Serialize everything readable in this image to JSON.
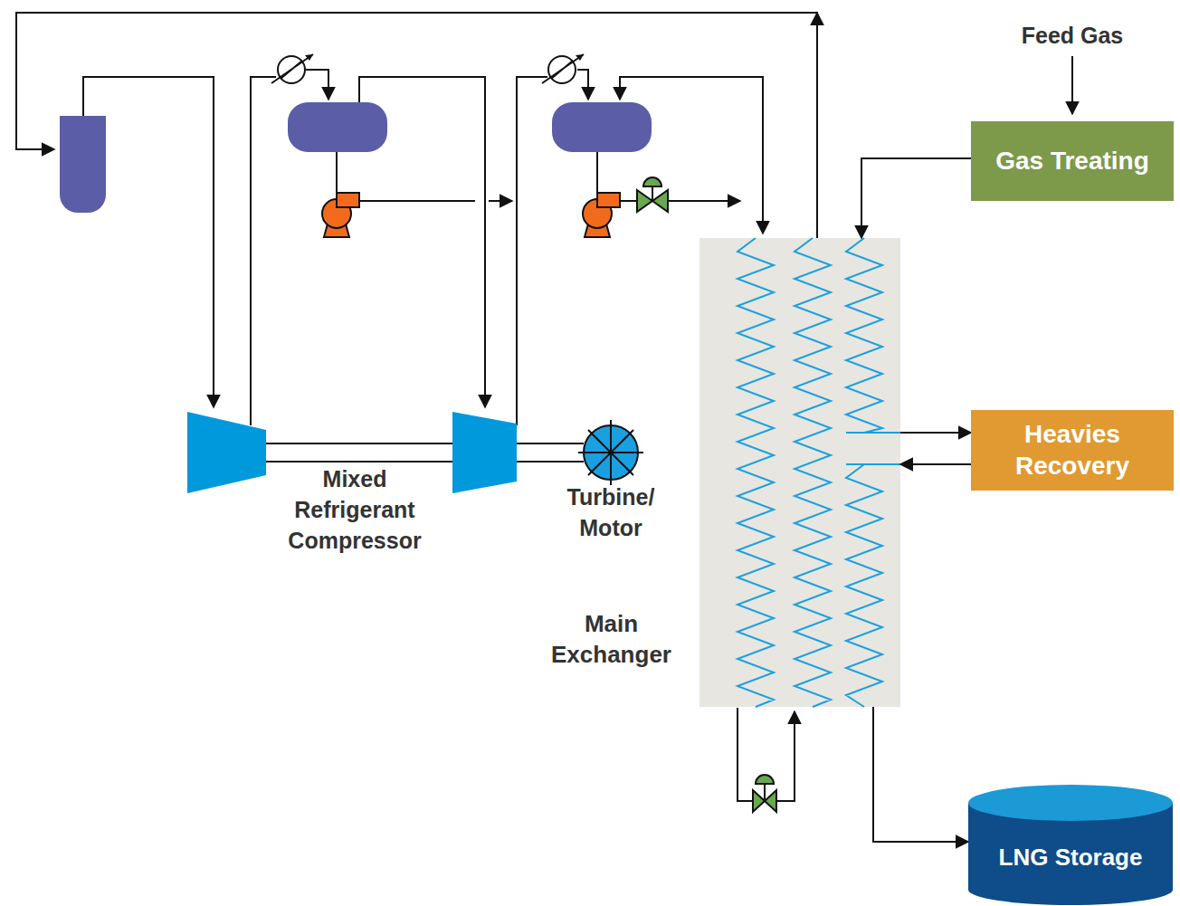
{
  "diagram": {
    "nodes": [
      {
        "text": [
          "Gas Treating"
        ]
      },
      {
        "text": [
          "Heavies Recovery"
        ]
      },
      {
        "text": [
          "Main Exchanger"
        ]
      },
      {
        "text": [
          "LNG Storage"
        ]
      }
    ],
    "edges": [
      {
        "from": 0,
        "to": 2,
        "arrow": "to"
      },
      {
        "from": 2,
        "to": 1,
        "arrow": "to"
      },
      {
        "from": 1,
        "to": 2,
        "arrow": "to"
      },
      {
        "from": 2,
        "to": 3,
        "arrow": "to"
      }
    ],
    "labels": [
      "Feed Gas",
      "Mixed Refrigerant Compressor",
      "Turbine/ Motor"
    ]
  }
}
